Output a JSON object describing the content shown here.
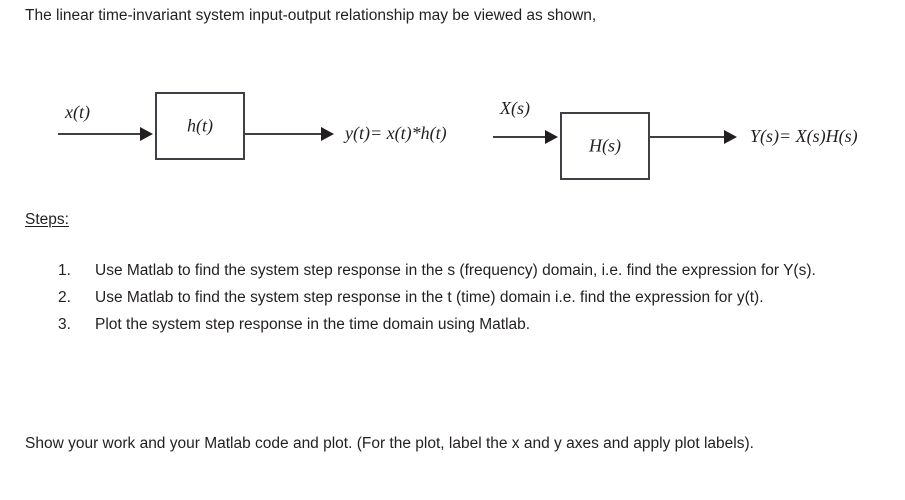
{
  "document": {
    "intro": "The linear time-invariant system input-output relationship may be viewed as shown,",
    "steps_heading": "Steps:",
    "steps": [
      {
        "number": "1.",
        "text": "Use Matlab to find the system step response in the s (frequency) domain, i.e. find the expression for Y(s)."
      },
      {
        "number": "2.",
        "text": "Use Matlab to find the system step response in the t (time) domain i.e. find the expression for y(t)."
      },
      {
        "number": "3.",
        "text": "Plot the system step response in the time domain using Matlab."
      }
    ],
    "closing": "Show your work and your Matlab code and plot. (For the plot, label the x and y axes and apply plot labels)."
  },
  "diagram": {
    "time_domain": {
      "input_label": "x(t)",
      "block_label": "h(t)",
      "output_label": "y(t)= x(t)*h(t)"
    },
    "s_domain": {
      "input_label": "X(s)",
      "block_label": "H(s)",
      "output_label": "Y(s)= X(s)H(s)"
    }
  },
  "colors": {
    "background": "#ffffff",
    "text": "#231f20",
    "line": "#3f3f46"
  }
}
